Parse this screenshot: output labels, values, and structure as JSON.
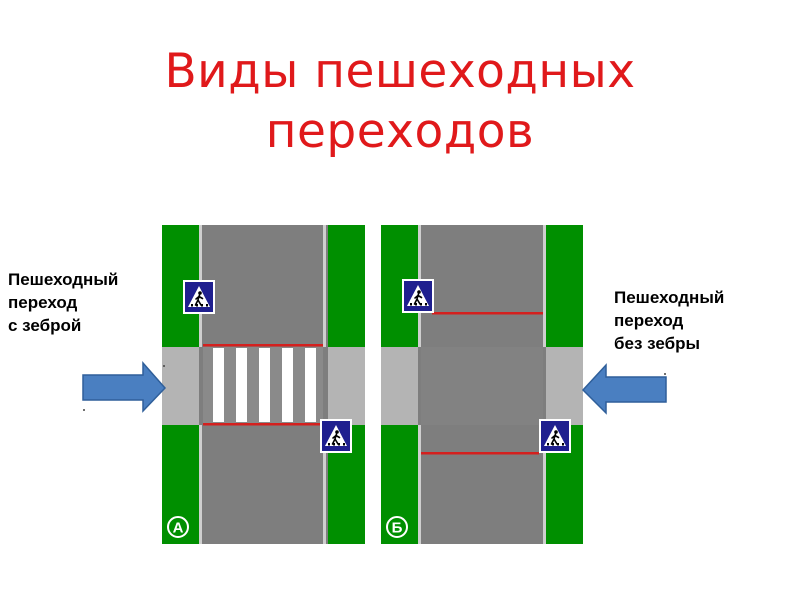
{
  "title": {
    "line1": "Виды пешеходных",
    "line2": "переходов"
  },
  "left_label": {
    "line1": "Пешеходный",
    "line2": "переход",
    "line3": "с зеброй"
  },
  "right_label": {
    "line1": "Пешеходный",
    "line2": "переход",
    "line3": "без зебры"
  },
  "panels": [
    {
      "letter": "А",
      "type": "zebra"
    },
    {
      "letter": "Б",
      "type": "no-zebra"
    }
  ],
  "colors": {
    "title": "#e0191b",
    "grass": "#008f00",
    "road": "#7e7e7e",
    "sidewalk": "#b4b4b4",
    "stop_line": "#d4201e",
    "sign": "#1f1f8f",
    "arrow": "#4a7fc1"
  },
  "icons": [
    "pedestrian-crossing-sign-icon",
    "arrow-right-icon",
    "arrow-left-icon"
  ]
}
